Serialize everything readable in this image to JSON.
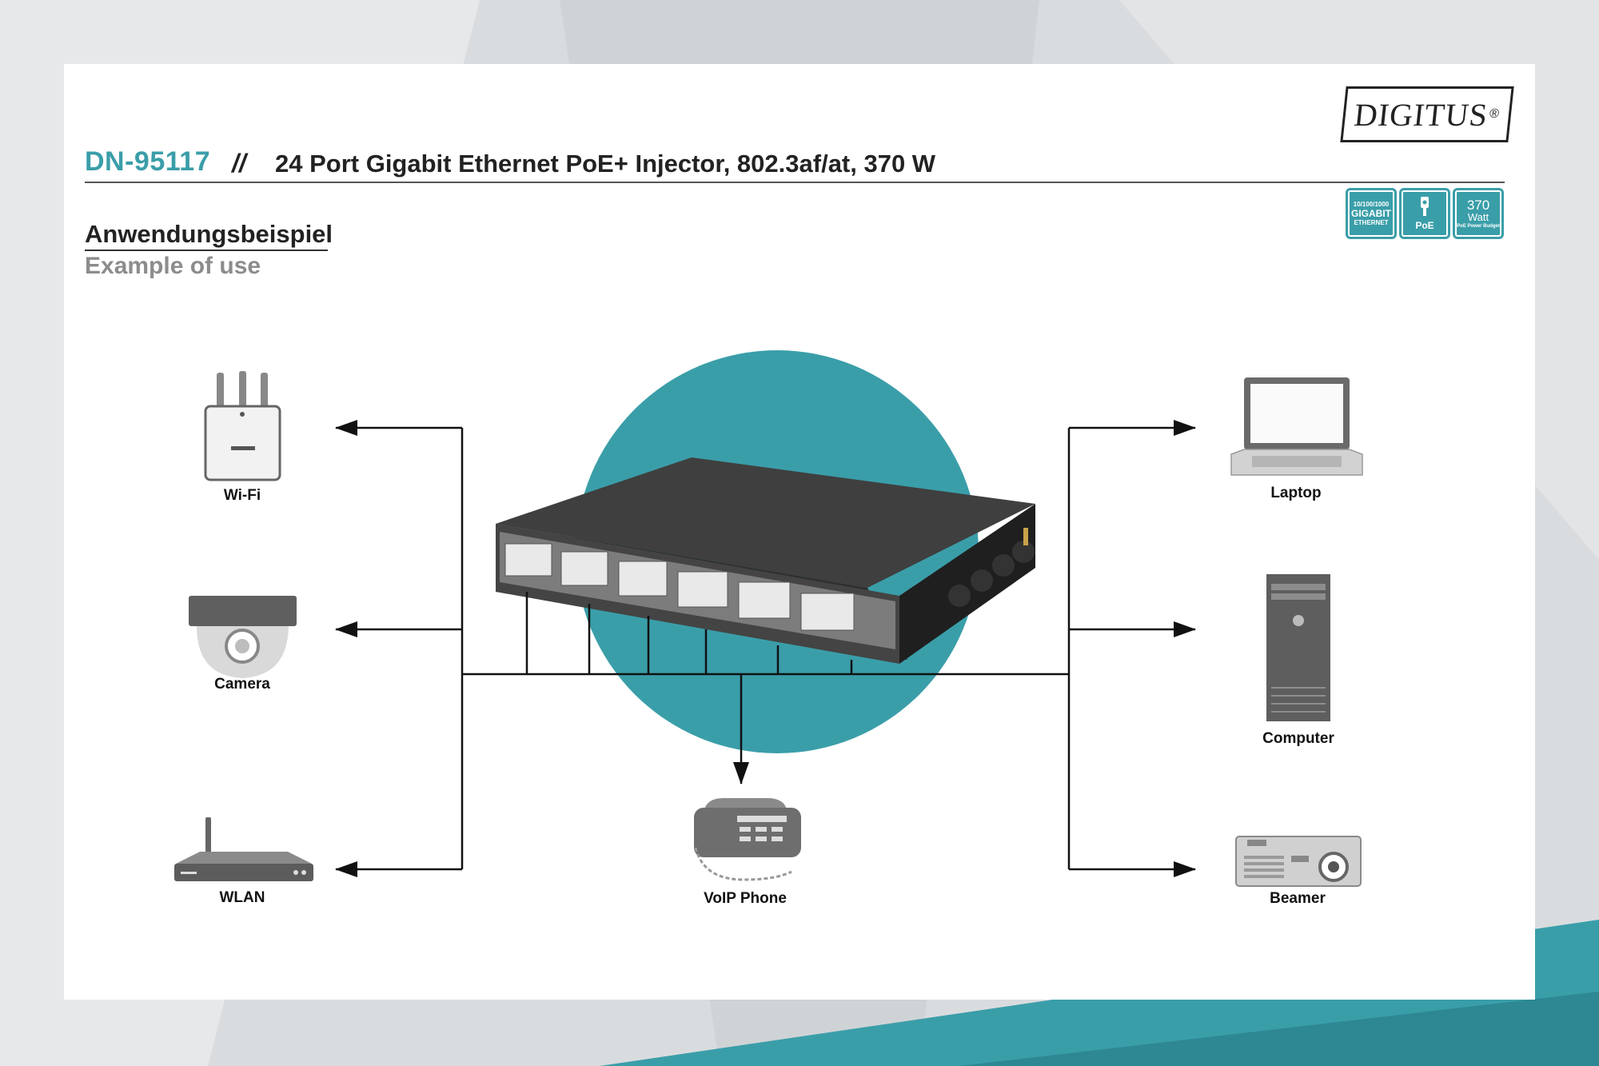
{
  "header": {
    "sku": "DN-95117",
    "separator": "//",
    "title": "24 Port Gigabit Ethernet PoE+ Injector, 802.3af/at, 370 W"
  },
  "brand": {
    "logo_text": "DIGITUS",
    "logo_mark": "®"
  },
  "badges": [
    {
      "lines": [
        "10/100/1000",
        "GIGABIT",
        "ETHERNET"
      ]
    },
    {
      "lines": [
        "PoE"
      ],
      "icon": "plug-icon"
    },
    {
      "lines": [
        "370",
        "Watt",
        "PoE Power Budget"
      ]
    }
  ],
  "section": {
    "title_de": "Anwendungsbeispiel",
    "title_en": "Example of use"
  },
  "devices": {
    "wifi": "Wi-Fi",
    "camera": "Camera",
    "wlan": "WLAN",
    "voip": "VoIP Phone",
    "laptop": "Laptop",
    "computer": "Computer",
    "beamer": "Beamer"
  },
  "icons": {
    "wifi": "access-point-icon",
    "camera": "dome-camera-icon",
    "wlan": "router-icon",
    "voip": "desk-phone-icon",
    "laptop": "laptop-icon",
    "computer": "tower-pc-icon",
    "beamer": "projector-icon",
    "hub": "poe-injector-icon"
  },
  "colors": {
    "accent": "#3a9ea9",
    "line": "#111111",
    "device_gray": "#6e6e6e"
  }
}
